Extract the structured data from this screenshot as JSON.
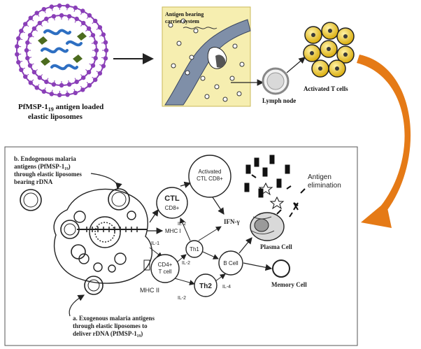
{
  "top": {
    "liposome_caption_line1": "PfMSP-1",
    "liposome_caption_sub": "19",
    "liposome_caption_tail": " antigen loaded",
    "liposome_caption_line2": "elastic liposomes",
    "carrier_label": "Antigen bearing\ncarrier system",
    "lymph_node_label": "Lymph node",
    "activated_t_label": "Activated T cells"
  },
  "panel": {
    "endogenous_label": "b. Endogenous malaria\nantigens (PfMSP-1₁₉)\nthrough elastic liposomes\nbearing rDNA",
    "exogenous_label": "a. Exogenous malaria antigens\nthrough elastic liposomes to\ndeliver rDNA (PfMSP-1₁₉)",
    "activated_ctl": "Activated\nCTL CD8+",
    "ctl": "CTL",
    "cd8": "CD8+",
    "mhc1": "MHC I",
    "mhc2": "MHC II",
    "il1": "IL-1",
    "il2_a": "IL-2",
    "il2_b": "IL-2",
    "il2_c": "IL-2",
    "il4": "IL-4",
    "th1": "Th1",
    "th2": "Th2",
    "cd4": "CD4+\nT cell",
    "bcell": "B Cell",
    "ifn": "IFN-γ",
    "antigen_elim": "Antigen\nelimination",
    "plasma": "Plasma Cell",
    "memory": "Memory Cell"
  },
  "colors": {
    "liposome_purple": "#8a3fb8",
    "dna_blue": "#2e6fc2",
    "antigen_green": "#4c6b1e",
    "carrier_bg": "#f6eeb0",
    "cell_yellow": "#f0cf3c",
    "curved_arrow_orange": "#e57a16",
    "panel_border": "#555555"
  }
}
